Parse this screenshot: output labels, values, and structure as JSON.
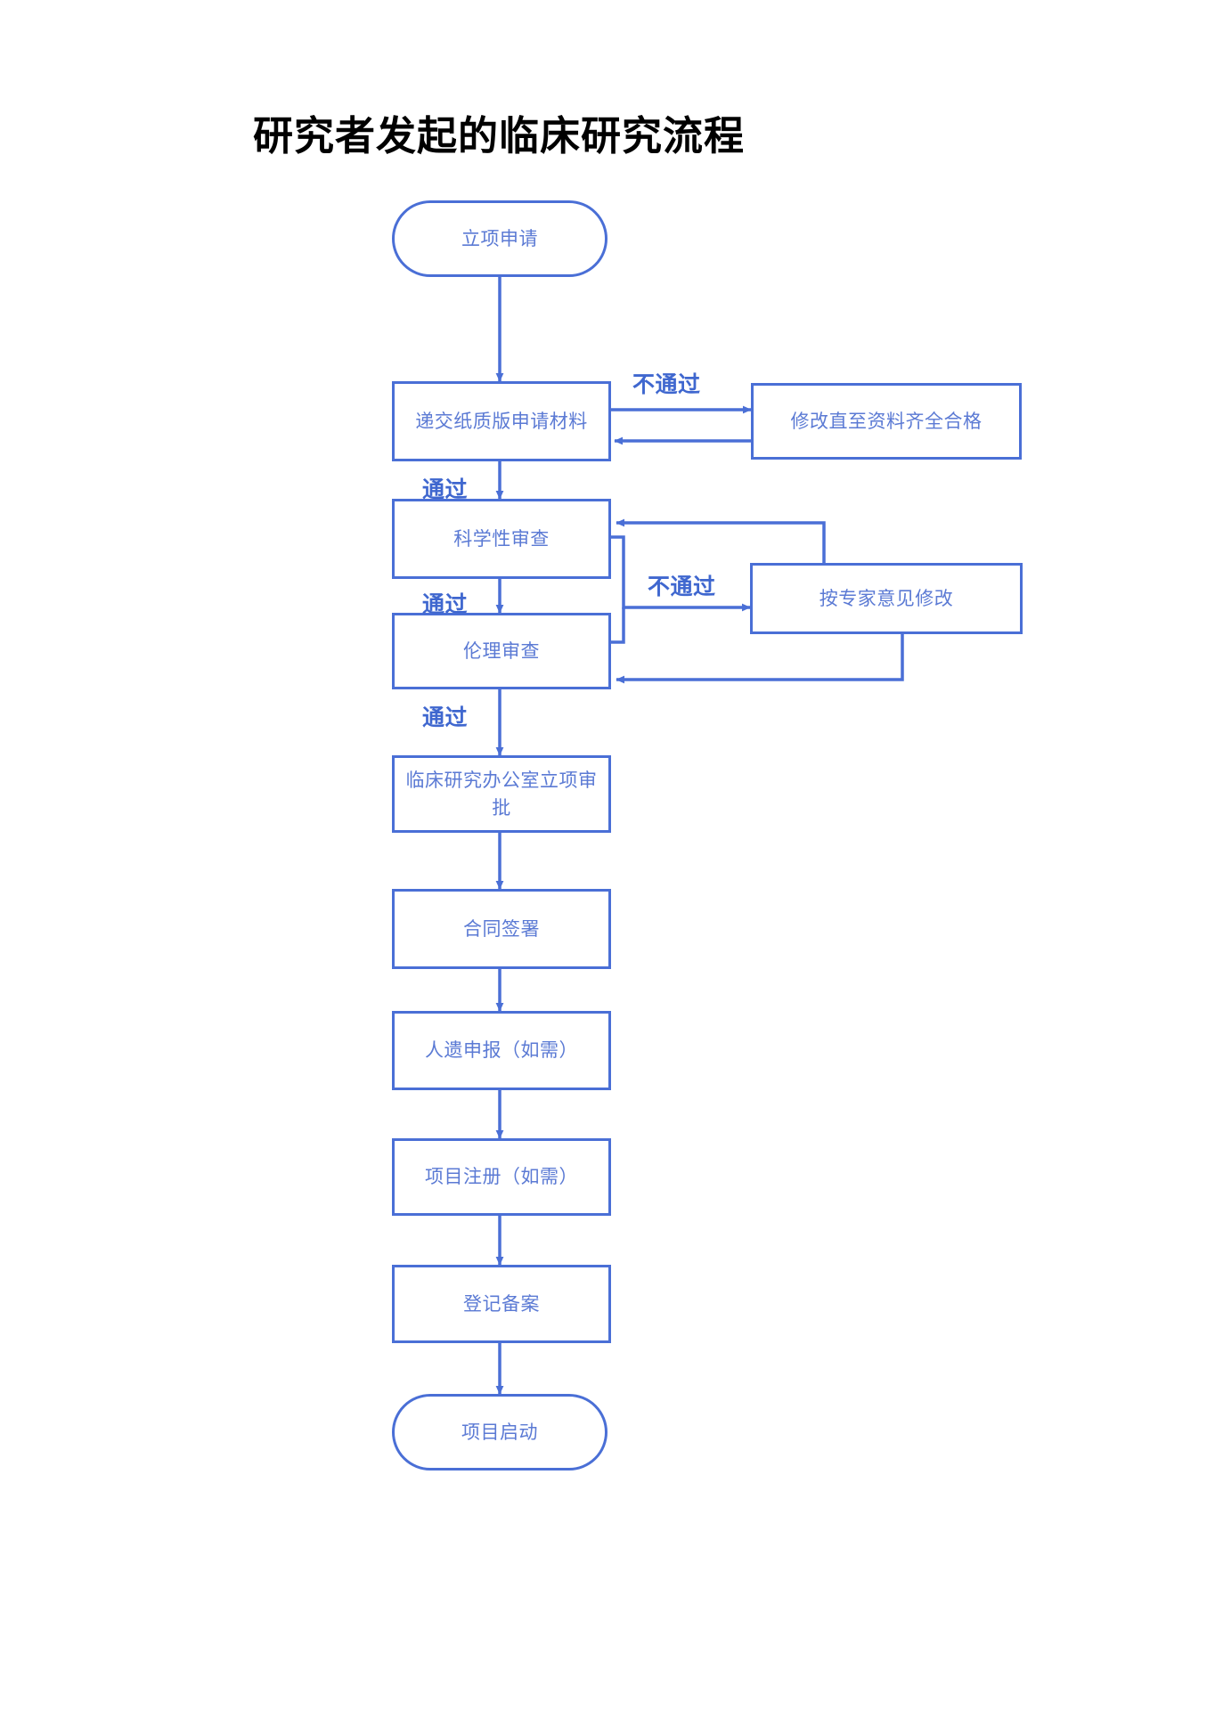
{
  "title": "研究者发起的临床研究流程",
  "theme": {
    "node_stroke": "#4a6fd6",
    "node_fill": "#ffffff",
    "node_text": "#5b7ad4",
    "label_text": "#3f67cf",
    "arrow": "#4a6fd6",
    "title_text": "#000000",
    "page_background": "#ffffff"
  },
  "chart_data": {
    "type": "diagram",
    "diagram_kind": "flowchart",
    "title": "研究者发起的临床研究流程",
    "orientation": "top-to-bottom",
    "nodes": [
      {
        "id": "n1",
        "label": "立项申请",
        "shape": "stadium"
      },
      {
        "id": "n2",
        "label": "递交纸质版申请材料",
        "shape": "rect"
      },
      {
        "id": "n3",
        "label": "修改直至资料齐全合格",
        "shape": "rect"
      },
      {
        "id": "n4",
        "label": "科学性审查",
        "shape": "rect"
      },
      {
        "id": "n5",
        "label": "按专家意见修改",
        "shape": "rect"
      },
      {
        "id": "n6",
        "label": "伦理审查",
        "shape": "rect"
      },
      {
        "id": "n7",
        "label": "临床研究办公室立项审批",
        "shape": "rect"
      },
      {
        "id": "n8",
        "label": "合同签署",
        "shape": "rect"
      },
      {
        "id": "n9",
        "label": "人遗申报（如需）",
        "shape": "rect"
      },
      {
        "id": "n10",
        "label": "项目注册（如需）",
        "shape": "rect"
      },
      {
        "id": "n11",
        "label": "登记备案",
        "shape": "rect"
      },
      {
        "id": "n12",
        "label": "项目启动",
        "shape": "stadium"
      }
    ],
    "edges": [
      {
        "from": "n1",
        "to": "n2",
        "label": ""
      },
      {
        "from": "n2",
        "to": "n3",
        "label": "不通过"
      },
      {
        "from": "n3",
        "to": "n2",
        "label": ""
      },
      {
        "from": "n2",
        "to": "n4",
        "label": "通过"
      },
      {
        "from": "n4",
        "to": "n5",
        "label": "不通过"
      },
      {
        "from": "n5",
        "to": "n4",
        "label": ""
      },
      {
        "from": "n4",
        "to": "n6",
        "label": "通过"
      },
      {
        "from": "n6",
        "to": "n5",
        "label": "不通过"
      },
      {
        "from": "n5",
        "to": "n6",
        "label": ""
      },
      {
        "from": "n6",
        "to": "n7",
        "label": "通过"
      },
      {
        "from": "n7",
        "to": "n8",
        "label": ""
      },
      {
        "from": "n8",
        "to": "n9",
        "label": ""
      },
      {
        "from": "n9",
        "to": "n10",
        "label": ""
      },
      {
        "from": "n10",
        "to": "n11",
        "label": ""
      },
      {
        "from": "n11",
        "to": "n12",
        "label": ""
      }
    ],
    "edge_labels": [
      {
        "id": "l1",
        "text": "不通过"
      },
      {
        "id": "l2",
        "text": "通过"
      },
      {
        "id": "l3",
        "text": "不通过"
      },
      {
        "id": "l4",
        "text": "通过"
      },
      {
        "id": "l5",
        "text": "通过"
      }
    ]
  }
}
